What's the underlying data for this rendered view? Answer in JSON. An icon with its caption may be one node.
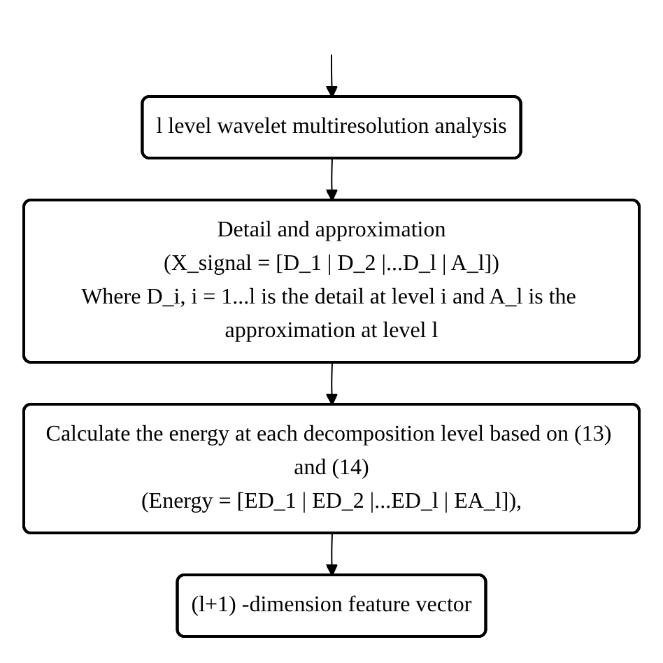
{
  "diagram": {
    "nodes": [
      {
        "text": [
          "l level wavelet multiresolution analysis"
        ]
      },
      {
        "text": [
          "Detail and approximation",
          "(X_signal = [D_1 | D_2 |...D_l | A_l])",
          "Where D_i, i = 1...l is the detail at level i and A_l is the approximation at level l"
        ]
      },
      {
        "text": [
          "Calculate the energy at each decomposition level based on (13) and (14)",
          "(Energy = [ED_1 | ED_2 |...ED_l | EA_l]),"
        ]
      },
      {
        "text": [
          "(l+1) -dimension feature vector"
        ]
      }
    ],
    "edges": [
      {
        "from": null,
        "to": 0,
        "arrow": "to"
      },
      {
        "from": 0,
        "to": 1,
        "arrow": "to"
      },
      {
        "from": 1,
        "to": 2,
        "arrow": "to"
      },
      {
        "from": 2,
        "to": 3,
        "arrow": "to"
      }
    ]
  }
}
